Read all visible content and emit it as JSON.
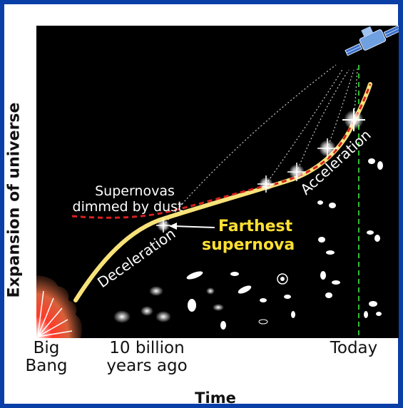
{
  "axes": {
    "y_label": "Expansion of universe",
    "x_label": "Time",
    "x_ticks": {
      "big_bang": [
        "Big",
        "Bang"
      ],
      "ten_billion": [
        "10 billion",
        "years ago"
      ],
      "today": "Today"
    }
  },
  "annotations": {
    "dimmed": [
      "Supernovas",
      "dimmed by dust"
    ],
    "farthest": [
      "Farthest",
      "supernova"
    ],
    "deceleration": "Deceleration",
    "acceleration": "Acceleration"
  },
  "colors": {
    "background": "#000000",
    "border": "#0a3fa8",
    "curve": "#f7e27a",
    "dust_line": "#d62020",
    "today_line": "#2fbf2f",
    "farthest_text": "#ffe033"
  }
}
